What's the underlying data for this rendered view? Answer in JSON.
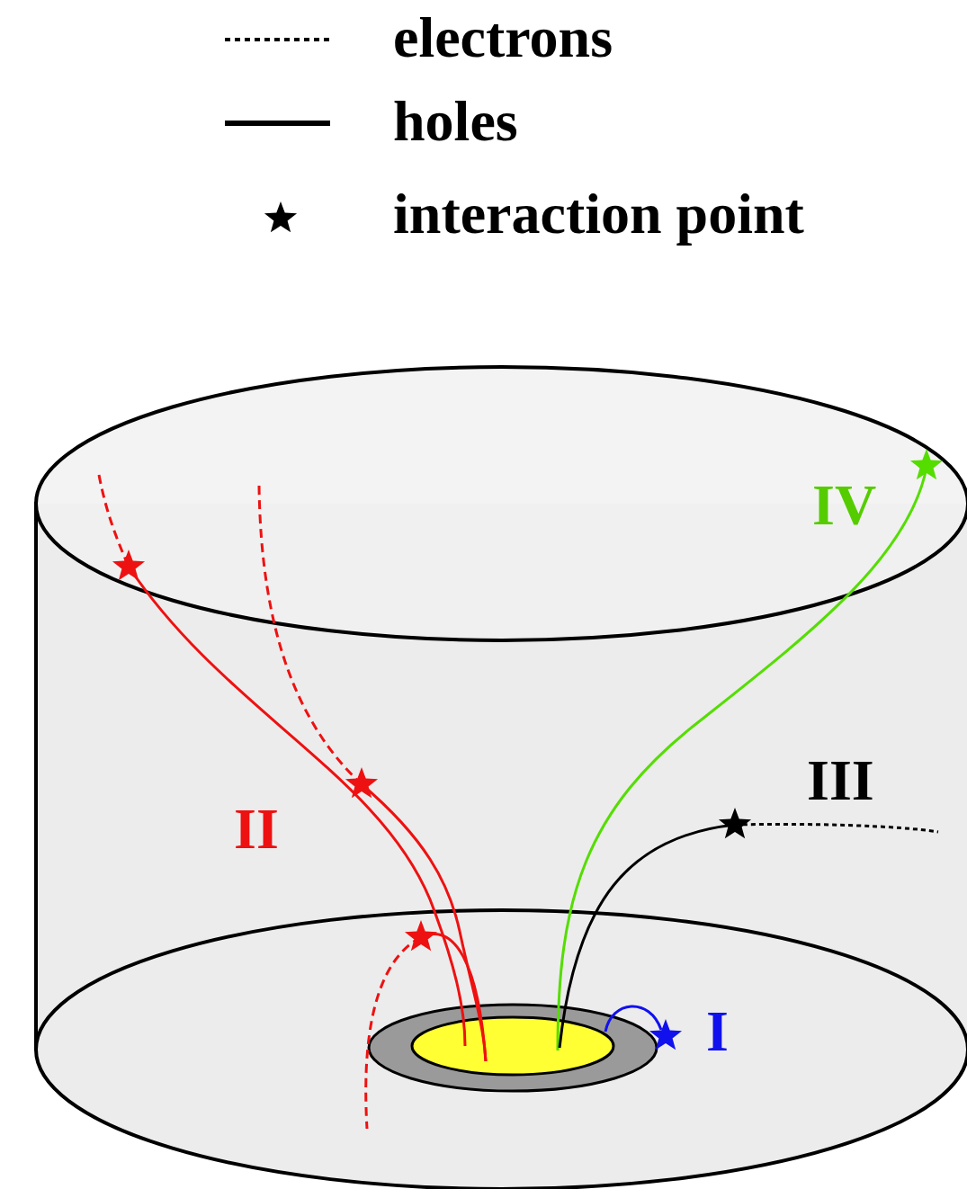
{
  "diagram": {
    "labels": [
      "IV",
      "III",
      "II",
      "I"
    ],
    "legend": [
      {
        "text": "electrons"
      },
      {
        "text": "holes"
      },
      {
        "text": "interaction point"
      }
    ]
  }
}
